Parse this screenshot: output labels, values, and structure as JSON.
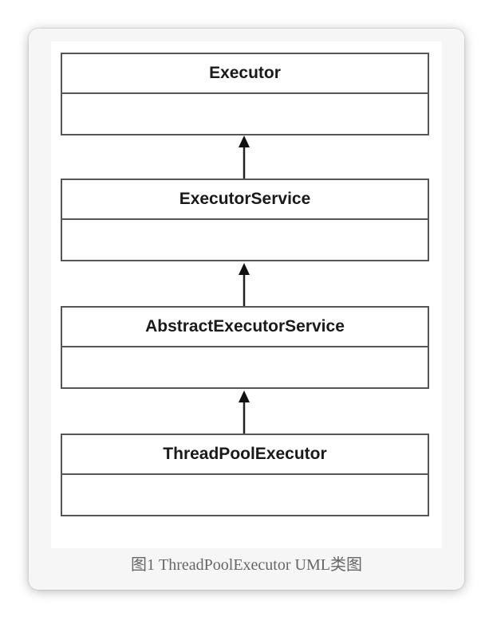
{
  "diagram": {
    "classes": [
      {
        "name": "Executor"
      },
      {
        "name": "ExecutorService"
      },
      {
        "name": "AbstractExecutorService"
      },
      {
        "name": "ThreadPoolExecutor"
      }
    ],
    "relations": [
      {
        "from": "ExecutorService",
        "to": "Executor"
      },
      {
        "from": "AbstractExecutorService",
        "to": "ExecutorService"
      },
      {
        "from": "ThreadPoolExecutor",
        "to": "AbstractExecutorService"
      }
    ]
  },
  "caption": "图1 ThreadPoolExecutor UML类图",
  "colors": {
    "border": "#555555",
    "arrow": "#222222",
    "caption": "#666666"
  }
}
